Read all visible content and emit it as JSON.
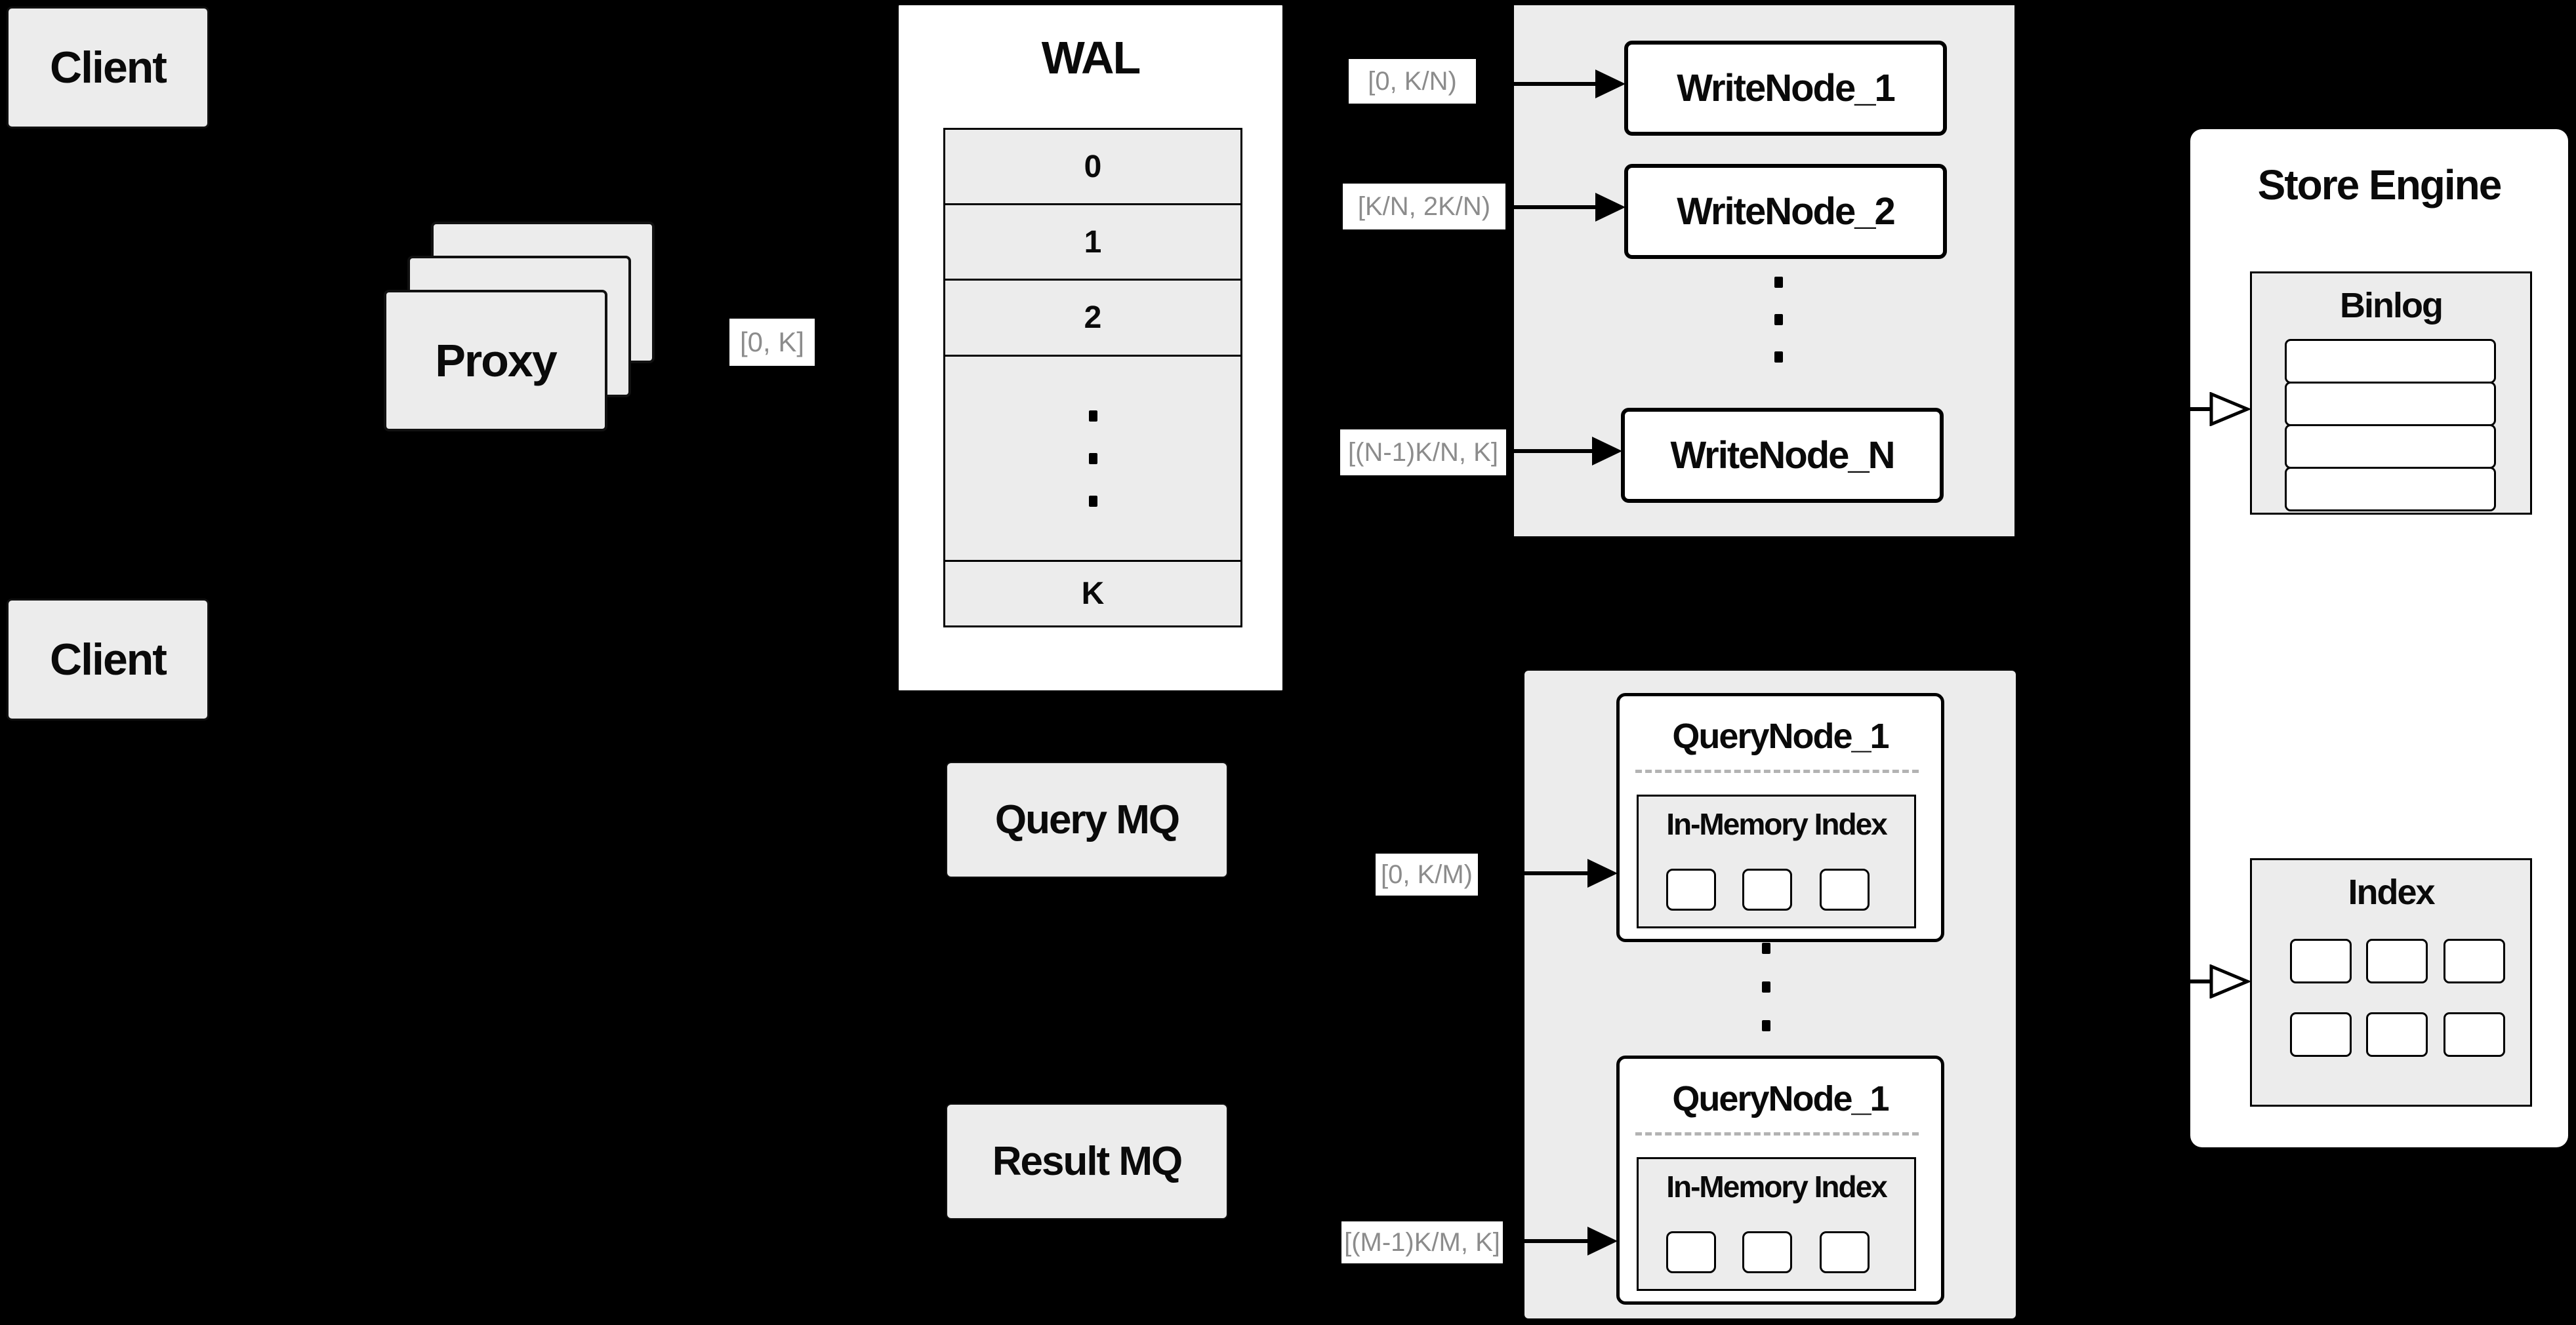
{
  "colors": {
    "background": "#000000",
    "box_gray": "#ececec",
    "box_white": "#ffffff",
    "border_black": "#000000",
    "range_text_gray": "#8c8c8c",
    "dashed_divider": "#b3b3b3"
  },
  "clients": {
    "top_label": "Client",
    "bottom_label": "Client"
  },
  "proxy": {
    "label": "Proxy",
    "range": "[0, K]"
  },
  "wal": {
    "title": "WAL",
    "rows": [
      "0",
      "1",
      "2"
    ],
    "last_row": "K"
  },
  "write": {
    "nodes": [
      {
        "label": "WriteNode_1",
        "range": "[0,  K/N)"
      },
      {
        "label": "WriteNode_2",
        "range": "[K/N, 2K/N)"
      },
      {
        "label": "WriteNode_N",
        "range": "[(N-1)K/N,  K]"
      }
    ]
  },
  "store": {
    "title": "Store Engine",
    "binlog_title": "Binlog",
    "index_title": "Index"
  },
  "query": {
    "mq_label": "Query MQ",
    "result_mq_label": "Result MQ",
    "nodes": [
      {
        "title": "QueryNode_1",
        "inner_title": "In-Memory Index",
        "range": "[0, K/M)"
      },
      {
        "title": "QueryNode_1",
        "inner_title": "In-Memory Index",
        "range": "[(M-1)K/M, K]"
      }
    ]
  }
}
